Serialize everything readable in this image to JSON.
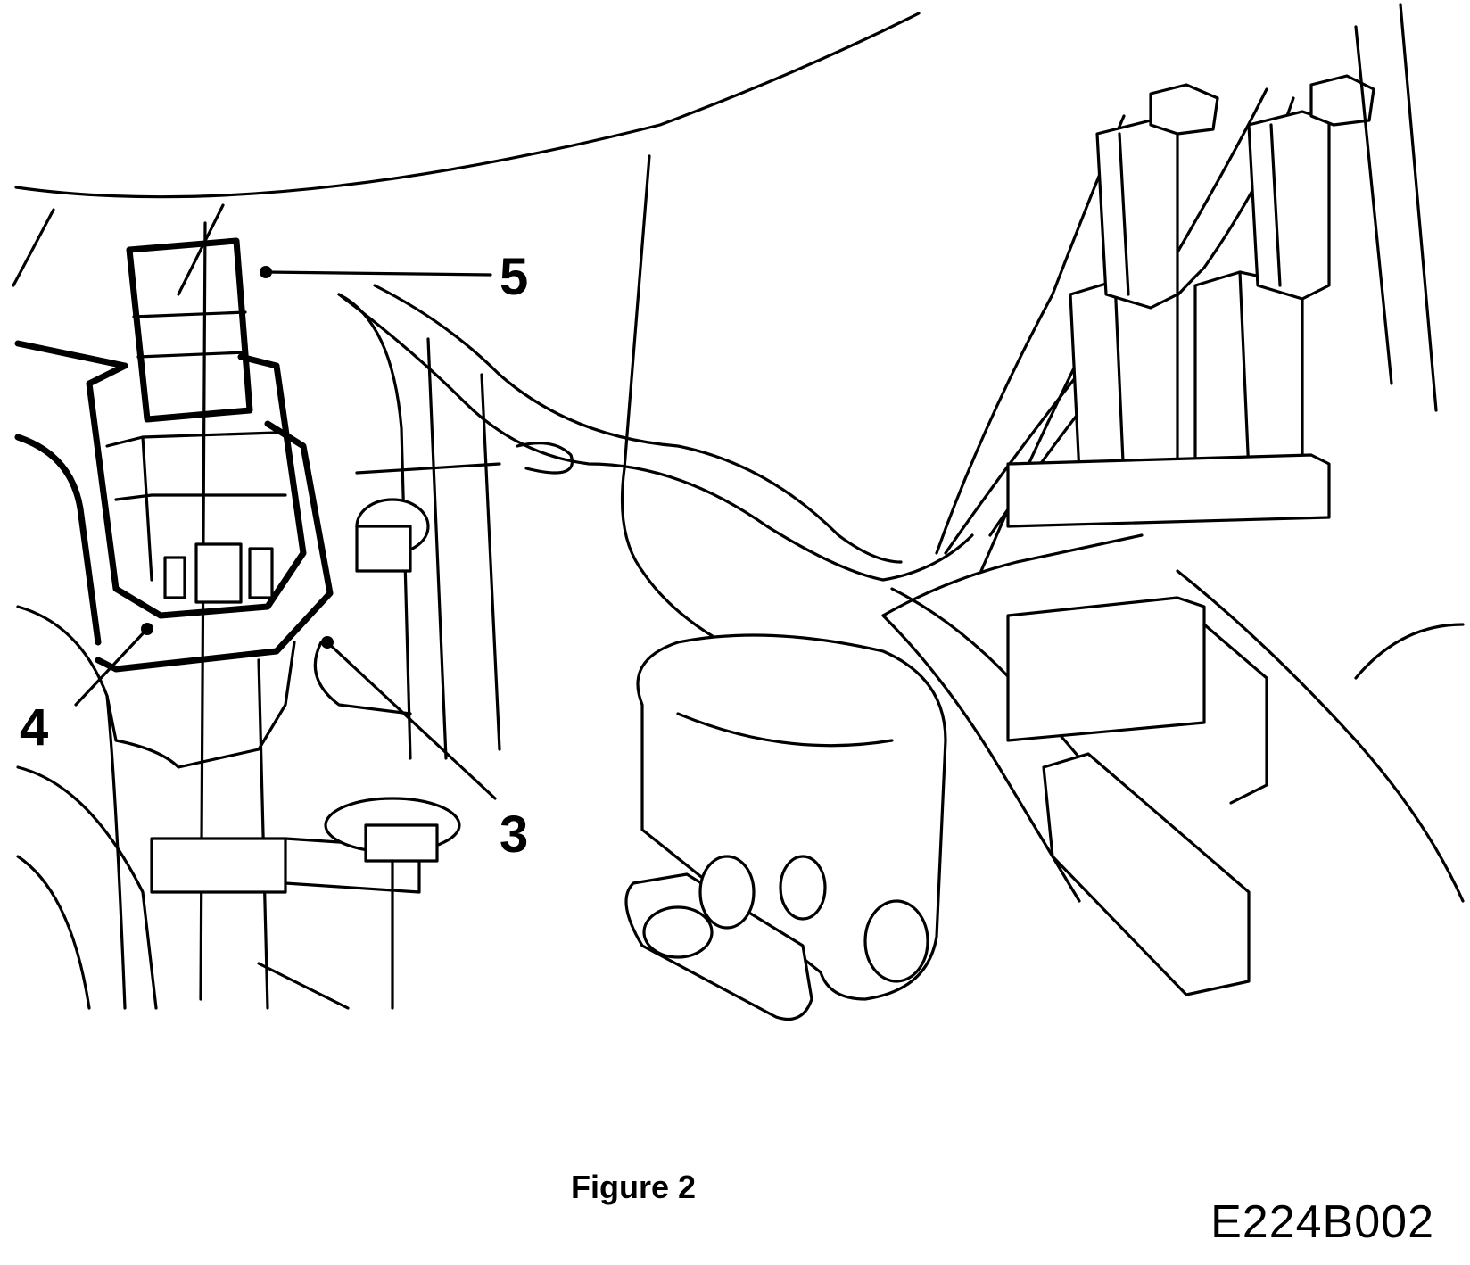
{
  "figure": {
    "title": "Figure 2",
    "code": "E224B002"
  },
  "callouts": [
    {
      "id": "5",
      "label": "5"
    },
    {
      "id": "4",
      "label": "4"
    },
    {
      "id": "3",
      "label": "3"
    }
  ],
  "colors": {
    "line": "#000000",
    "background": "#ffffff"
  }
}
